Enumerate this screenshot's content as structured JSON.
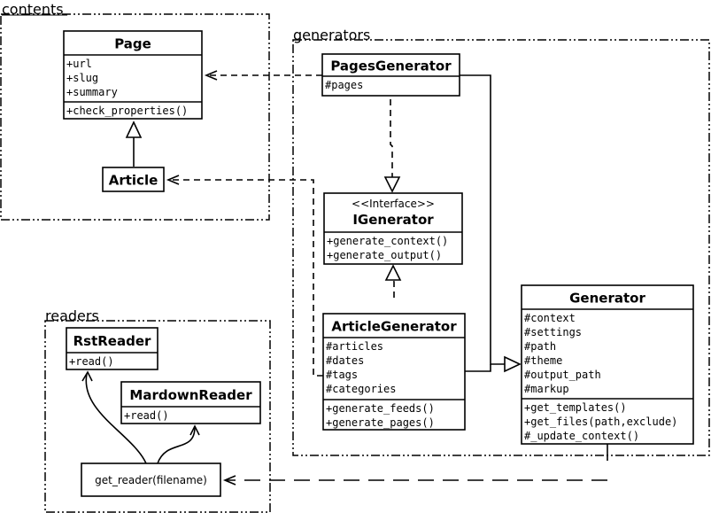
{
  "packages": {
    "contents": "contents",
    "generators": "generators",
    "readers": "readers"
  },
  "classes": {
    "page": {
      "name": "Page",
      "attributes": [
        "+url",
        "+slug",
        "+summary"
      ],
      "methods": [
        "+check_properties()"
      ]
    },
    "article": {
      "name": "Article"
    },
    "pages_generator": {
      "name": "PagesGenerator",
      "attributes": [
        "#pages"
      ]
    },
    "igenerator": {
      "stereotype": "<<Interface>>",
      "name": "IGenerator",
      "methods": [
        "+generate_context()",
        "+generate_output()"
      ]
    },
    "article_generator": {
      "name": "ArticleGenerator",
      "attributes": [
        "#articles",
        "#dates",
        "#tags",
        "#categories"
      ],
      "methods": [
        "+generate_feeds()",
        "+generate_pages()"
      ]
    },
    "generator": {
      "name": "Generator",
      "attributes": [
        "#context",
        "#settings",
        "#path",
        "#theme",
        "#output_path",
        "#markup"
      ],
      "methods": [
        "+get_templates()",
        "+get_files(path,exclude)",
        "#_update_context()"
      ]
    },
    "rst_reader": {
      "name": "RstReader",
      "methods": [
        "+read()"
      ]
    },
    "markdown_reader": {
      "name": "MardownReader",
      "methods": [
        "+read()"
      ]
    }
  },
  "functions": {
    "get_reader": "get_reader(filename)"
  }
}
